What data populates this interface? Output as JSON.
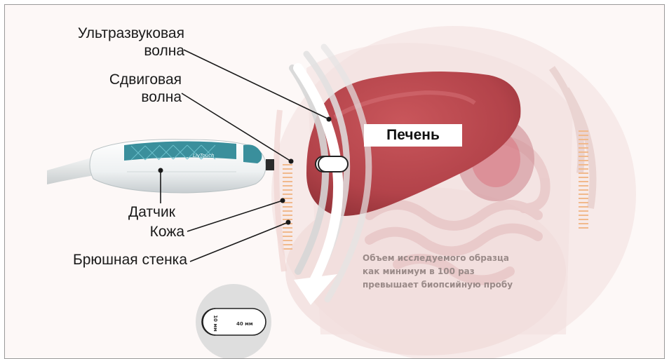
{
  "labels": {
    "ultrasound_wave": [
      "Ультразвуковая",
      "волна"
    ],
    "shear_wave": [
      "Сдвиговая",
      "волна"
    ],
    "sensor": "Датчик",
    "skin": "Кожа",
    "abdominal_wall": "Брюшная стенка",
    "liver": "Печень"
  },
  "note": [
    "Объем исследуемого образца",
    "как минимум в 100 раз",
    "превышает биопсийную пробу"
  ],
  "sample_dims": {
    "width": "40 мм",
    "height": "10 мм"
  },
  "probe_brand": "LivTouch",
  "colors": {
    "liver": "#b8444a",
    "probe_accent": "#3a8f9c",
    "tissue": "#f0d8d8",
    "arrow": "#ffffff"
  }
}
